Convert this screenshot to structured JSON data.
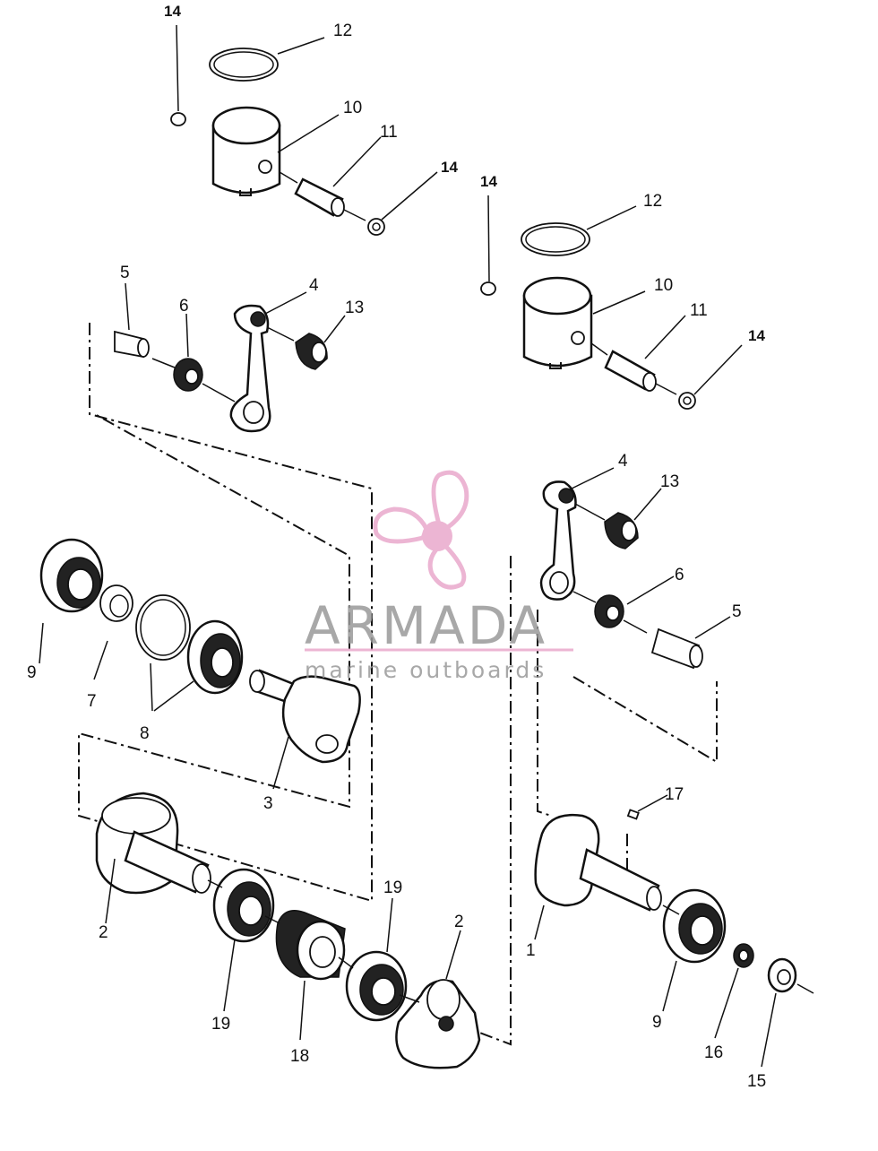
{
  "diagram": {
    "callouts": {
      "c14a": "14",
      "c12a": "12",
      "c10a": "10",
      "c11a": "11",
      "c14b": "14",
      "c14c": "14",
      "c12b": "12",
      "c10b": "10",
      "c11b": "11",
      "c14d": "14",
      "c5a": "5",
      "c6a": "6",
      "c4a": "4",
      "c13a": "13",
      "c4b": "4",
      "c13b": "13",
      "c6b": "6",
      "c5b": "5",
      "c9a": "9",
      "c7": "7",
      "c8": "8",
      "c3": "3",
      "c17": "17",
      "c2a": "2",
      "c19a": "19",
      "c19b": "19",
      "c2b": "2",
      "c18": "18",
      "c1": "1",
      "c9b": "9",
      "c16": "16",
      "c15": "15"
    }
  },
  "watermark": {
    "brand": "ARMADA",
    "tagline": "marine outboards",
    "colors": {
      "logo": "#e9a9cc",
      "text": "#9a9a9a"
    }
  }
}
